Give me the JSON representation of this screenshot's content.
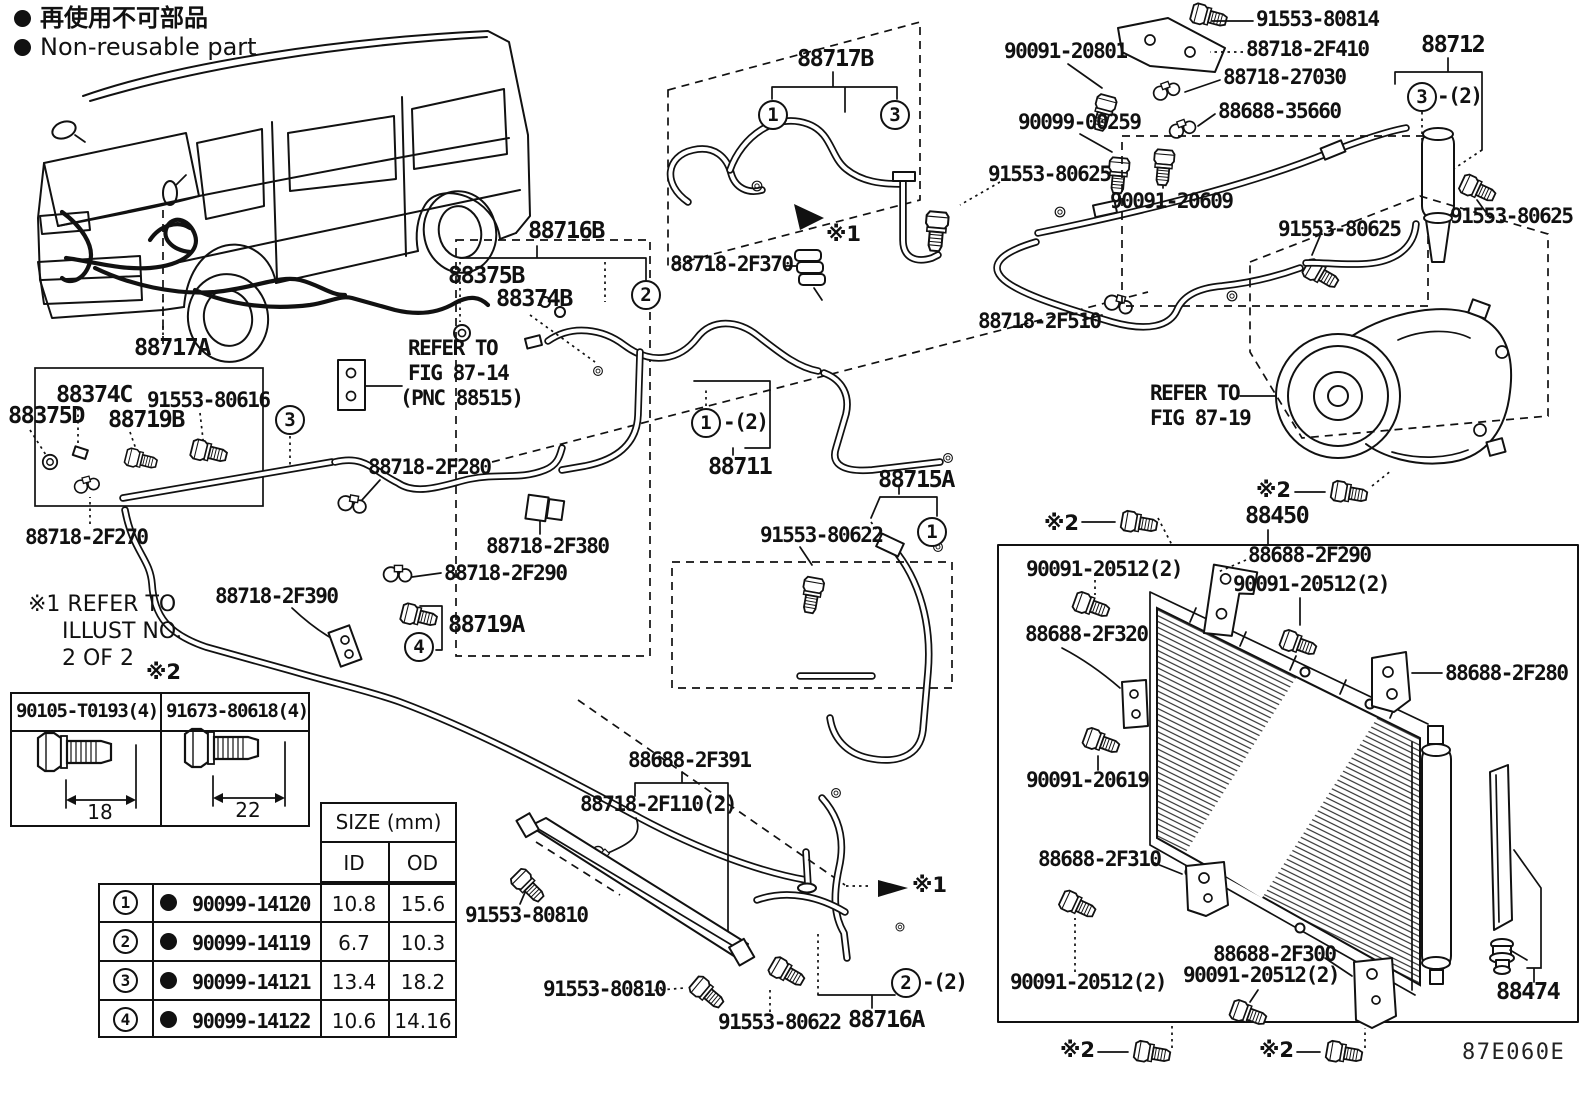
{
  "legend": {
    "line1_jp": "再使用不可部品",
    "line2_en": "Non-reusable part"
  },
  "drawing_no": "87E060E",
  "icons": {
    "bullet": "non-reusable-filled-circle"
  },
  "notes": {
    "note1_l1": "※1 REFER TO",
    "note1_l2": "ILLUST NO.",
    "note1_l3": "2 OF 2",
    "star1": "※1",
    "star2": "※2",
    "refer_fig14_l1": "REFER TO",
    "refer_fig14_l2": "FIG 87-14",
    "refer_fig14_l3": "(PNC 88515)",
    "refer_fig19_l1": "REFER TO",
    "refer_fig19_l2": "FIG 87-19",
    "qty2": "-(2)"
  },
  "callouts": {
    "c1": "1",
    "c2": "2",
    "c3": "3",
    "c4": "4"
  },
  "parts": {
    "p88711": "88711",
    "p88712": "88712",
    "p88715A": "88715A",
    "p88716A": "88716A",
    "p88716B": "88716B",
    "p88717A": "88717A",
    "p88717B": "88717B",
    "p88719A": "88719A",
    "p88719B": "88719B",
    "p88374B": "88374B",
    "p88374C": "88374C",
    "p88375B": "88375B",
    "p88375D": "88375D",
    "p88450": "88450",
    "p88474": "88474",
    "p88718_2F110": "88718-2F110(2)",
    "p88718_2F270": "88718-2F270",
    "p88718_2F280": "88718-2F280",
    "p88718_2F290": "88718-2F290",
    "p88718_2F370": "88718-2F370",
    "p88718_2F380": "88718-2F380",
    "p88718_2F390": "88718-2F390",
    "p88718_2F410": "88718-2F410",
    "p88718_2F510": "88718-2F510",
    "p88718_27030": "88718-27030",
    "p88688_2F280": "88688-2F280",
    "p88688_2F290": "88688-2F290",
    "p88688_2F300": "88688-2F300",
    "p88688_2F310": "88688-2F310",
    "p88688_2F320": "88688-2F320",
    "p88688_2F391": "88688-2F391",
    "p88688_35660": "88688-35660",
    "p90091_20512": "90091-20512(2)",
    "p90091_20609": "90091-20609",
    "p90091_20619": "90091-20619",
    "p90091_20801": "90091-20801",
    "p90099_00259": "90099-00259",
    "p91553_80616": "91553-80616",
    "p91553_80622": "91553-80622",
    "p91553_80625": "91553-80625",
    "p91553_80810": "91553-80810",
    "p91553_80814": "91553-80814"
  },
  "bolt_table": {
    "left_part": "90105-T0193(4)",
    "left_dim": "18",
    "right_part": "91673-80618(4)",
    "right_dim": "22"
  },
  "size_table": {
    "title": "SIZE (mm)",
    "col_id": "ID",
    "col_od": "OD",
    "rows": [
      {
        "no": "1",
        "part": "90099-14120",
        "id": "10.8",
        "od": "15.6"
      },
      {
        "no": "2",
        "part": "90099-14119",
        "id": "6.7",
        "od": "10.3"
      },
      {
        "no": "3",
        "part": "90099-14121",
        "id": "13.4",
        "od": "18.2"
      },
      {
        "no": "4",
        "part": "90099-14122",
        "id": "10.6",
        "od": "14.16"
      }
    ]
  }
}
